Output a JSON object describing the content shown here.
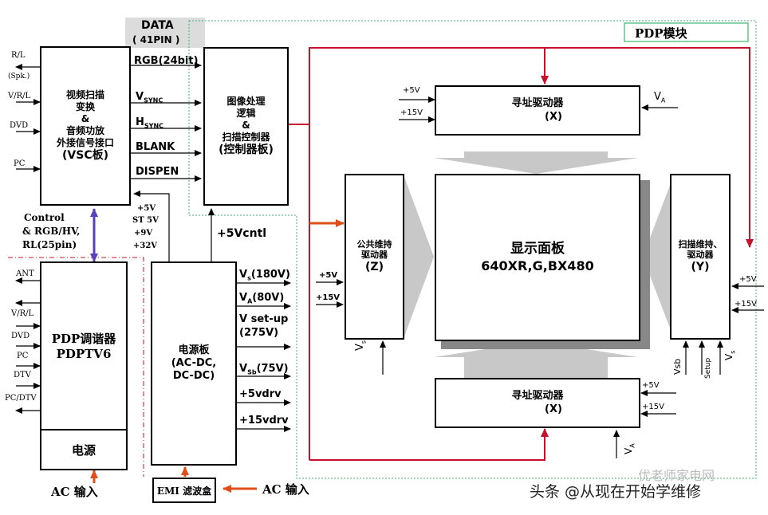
{
  "diagram": {
    "module_title": "PDP模块",
    "data_bus": {
      "line1": "DATA",
      "line2": "( 41PIN )"
    },
    "signals": [
      "RGB(24bit)",
      "V",
      "H",
      "BLANK",
      "DISPEN"
    ],
    "sync_sub": "SYNC",
    "vsc": {
      "lines": [
        "视频扫描",
        "变换",
        "&",
        "音频功放",
        "外接信号接口"
      ],
      "strong": "(VSC板)"
    },
    "vsc_inputs": [
      "R/L",
      "(Spk.)",
      "V/R/L",
      "DVD",
      "PC"
    ],
    "control_label": [
      "Control",
      "& RGB/HV,",
      "RL(25pin)"
    ],
    "vsc_supplies": [
      "+5V",
      "ST 5V",
      "+9V",
      "+32V"
    ],
    "ctrl": {
      "lines": [
        "图像处理",
        "逻辑",
        "&",
        "扫描控制器"
      ],
      "strong": "(控制器板)"
    },
    "vcntl": "+5Vcntl",
    "tuner": {
      "line1": "PDP调谐器",
      "line2": "PDPTV6",
      "power": "电源"
    },
    "tuner_inputs": [
      "ANT",
      "V/R/L",
      "DVD",
      "PC",
      "DTV",
      "PC/DTV"
    ],
    "psu": {
      "lines": [
        "电源板",
        "(AC-DC,",
        "DC-DC)"
      ]
    },
    "psu_outputs": {
      "vs": {
        "main": "V",
        "sub": "s",
        "rest": "(180V)"
      },
      "va": {
        "main": "V",
        "sub": "A",
        "rest": "(80V)"
      },
      "vsetup": [
        "V set-up",
        "(275V)"
      ],
      "vsb": {
        "main": "V",
        "sub": "Sb",
        "rest": "(75V)"
      },
      "vdrv5": "+5vdrv",
      "vdrv15": "+15vdrv"
    },
    "emi": "EMI 滤波盒",
    "ac_input": "AC 输入",
    "addr_top": {
      "line1": "寻址驱动器",
      "line2": "(X)"
    },
    "addr_bottom": {
      "line1": "寻址驱动器",
      "line2": "(X)"
    },
    "common": {
      "lines": [
        "公共维持",
        "驱动器"
      ],
      "strong": "(Z)"
    },
    "scan": {
      "lines": [
        "扫描维持、",
        "驱动器"
      ],
      "strong": "(Y)"
    },
    "panel": {
      "line1": "显示面板",
      "line2": "640XR,G,BX480"
    },
    "plus5v": "+5V",
    "plus15v": "+15V",
    "va_label": {
      "main": "V",
      "sub": "A"
    },
    "vs_label": {
      "main": "V",
      "sub": "s"
    },
    "vsb_label": "Vsb",
    "vsetup_label": "Setup",
    "watermark": {
      "faded": "优老师家电网",
      "credit": "头条 @从现在开始学维修"
    }
  }
}
